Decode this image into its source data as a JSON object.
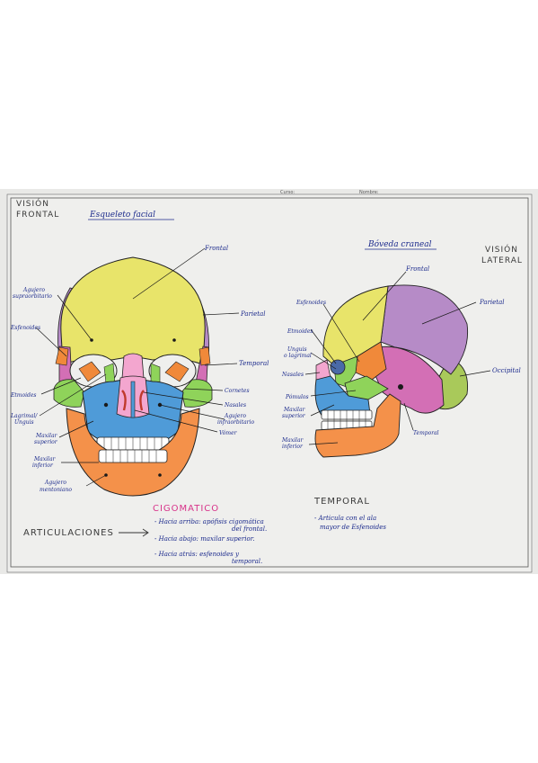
{
  "header_small": [
    "Curso:",
    "Nombre:"
  ],
  "front_view": {
    "corner_title": [
      "VISIÓN",
      "FRONTAL"
    ],
    "subtitle": "Esqueleto facial",
    "labels": {
      "frontal": "Frontal",
      "agujero_supraorbitario": [
        "Agujero",
        "supraorbitario"
      ],
      "parietal": "Parietal",
      "esfenoides": "Esfenoides",
      "temporal": "Temporal",
      "etmoides": "Etmoides",
      "lagrimal": [
        "Lagrimal/",
        "Unguis"
      ],
      "cornetes": "Cornetes",
      "nasales": "Nasales",
      "agujero_infraorbitario": [
        "Agujero",
        "infraorbitario"
      ],
      "maxilar_superior": [
        "Maxilar",
        "superior"
      ],
      "vomer": "Vómer",
      "maxilar_inferior": [
        "Maxilar",
        "inferior"
      ],
      "agujero_mentoniano": [
        "Agujero",
        "mentoniano"
      ]
    }
  },
  "lateral_view": {
    "corner_title": [
      "VISIÓN",
      "LATERAL"
    ],
    "subtitle": "Bóveda craneal",
    "labels": {
      "frontal": "Frontal",
      "esfenoides": "Esfenoides",
      "parietal": "Parietal",
      "etmoides": "Etmoides",
      "unguis": [
        "Unguis",
        "o lagrimal"
      ],
      "nasales": "Nasales",
      "occipital": "Occipital",
      "pomulos": "Pómulos",
      "maxilar_superior": [
        "Maxilar",
        "superior"
      ],
      "temporal": "Temporal",
      "maxilar_inferior": [
        "Maxilar",
        "inferior"
      ]
    }
  },
  "notes": {
    "articulaciones": "ARTICULACIONES",
    "cigomatico": {
      "title": "CIGOMATICO",
      "items": [
        [
          "- Hacia arriba: apófisis cigomática",
          "del frontal."
        ],
        [
          "- Hacia abajo: maxilar superior."
        ],
        [
          "- Hacia atrás: esfenoides y",
          "temporal."
        ]
      ]
    },
    "temporal": {
      "title": "TEMPORAL",
      "items": [
        [
          "- Articula con el ala",
          "mayor de Esfenoides"
        ]
      ]
    }
  },
  "colors": {
    "frontal": "#e8e46a",
    "parietal": "#b68bc7",
    "occipital": "#a9c95a",
    "esfenoides": "#f0893a",
    "etmoides": "#8fd35a",
    "maxilar_superior": "#4f9bd8",
    "maxilar_inferior": "#f4914a",
    "nasales": "#f3a6cf",
    "temporal": "#d36fb5",
    "pomulo": "#8fd35a",
    "ink": "#1b2a8c",
    "cigomatico_ink": "#d8338a"
  }
}
